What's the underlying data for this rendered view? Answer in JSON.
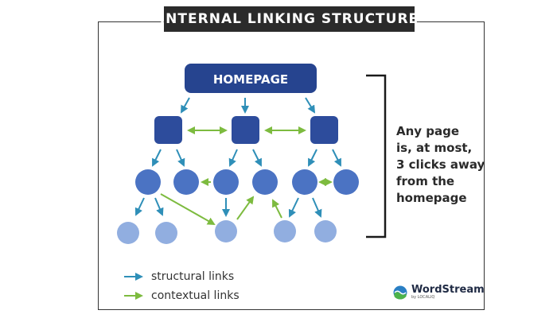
{
  "title": "INTERNAL LINKING STRUCTURE",
  "homepage_label": "HOMEPAGE",
  "note_lines": [
    "Any page",
    "is, at most,",
    "3 clicks away",
    "from the",
    "homepage"
  ],
  "legend": {
    "structural": "structural links",
    "contextual": "contextual links"
  },
  "logo": {
    "name": "WordStream",
    "sub": "by LOCALIQ"
  },
  "colors": {
    "title_bg": "#2b2b2b",
    "homepage": "#26448f",
    "level1": "#2d4c9c",
    "level2": "#4b73c3",
    "level3": "#91aee0",
    "structural_arrow": "#2f8fb8",
    "contextual_arrow": "#7dbb3f",
    "bracket": "#1a1a1a"
  }
}
